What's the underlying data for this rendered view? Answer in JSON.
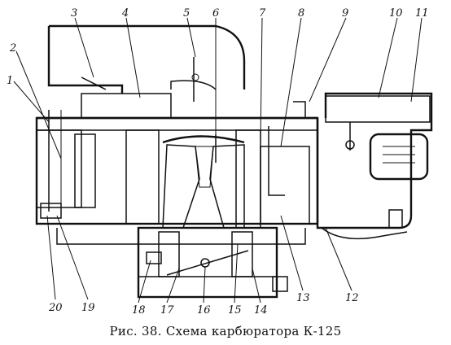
{
  "caption": "Рис. 38. Схема карбюратора К-125",
  "callouts": [
    "1",
    "2",
    "3",
    "4",
    "5",
    "6",
    "7",
    "8",
    "9",
    "10",
    "11",
    "12",
    "13",
    "14",
    "15",
    "16",
    "17",
    "18",
    "19",
    "20"
  ]
}
